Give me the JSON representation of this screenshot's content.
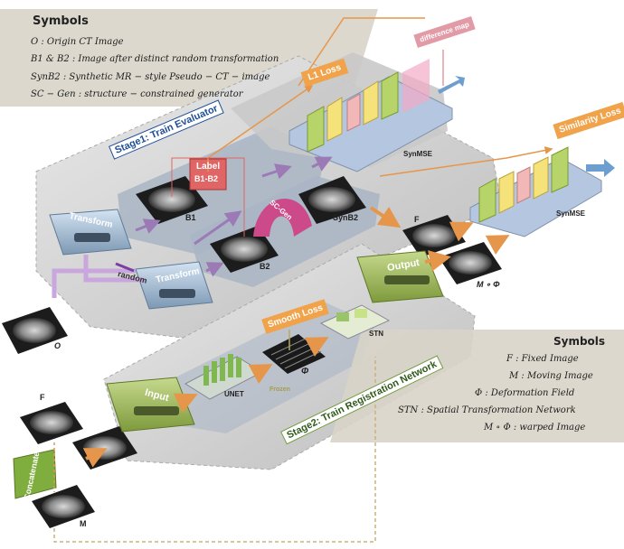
{
  "symbols_top": {
    "title": "Symbols",
    "lines": [
      "O :   Origin CT Image",
      "B1 & B2 : Image after distinct random transformation",
      "SynB2 : Synthetic MR − style Pseudo − CT − image",
      "SC − Gen : structure − constrained generator"
    ]
  },
  "symbols_bottom": {
    "title": "Symbols",
    "lines": [
      "F :   Fixed Image",
      "M : Moving Image",
      "Φ : Deformation Field",
      "STN : Spatial Transformation Network",
      "M ∘ Φ : warped Image"
    ]
  },
  "stage1": {
    "title": "Stage1: Train Evaluator",
    "transform1": "Transform",
    "transform2": "Transform",
    "random": "random",
    "label": "Label",
    "label_sub": "B1-B2",
    "b1": "B1",
    "b2": "B2",
    "scgen": "SC-Gen",
    "synb2": "SynB2",
    "origin": "O",
    "l1_loss": "L1 Loss",
    "difference_map": "difference map",
    "synmse1": "SynMSE"
  },
  "stage2": {
    "title": "Stage2: Train Registration Network",
    "input": "Input",
    "output": "Output",
    "unet": "UNET",
    "phi": "Φ",
    "stn": "STN",
    "smooth_loss": "Smooth Loss",
    "concatenate": "Concatenate",
    "f_left": "F",
    "m_left": "M",
    "f_right": "F",
    "mphi_right": "M ∘ Φ",
    "frozen": "Frozen"
  },
  "evaluator2": {
    "similarity_loss": "Similarity Loss",
    "synmse2": "SynMSE"
  }
}
